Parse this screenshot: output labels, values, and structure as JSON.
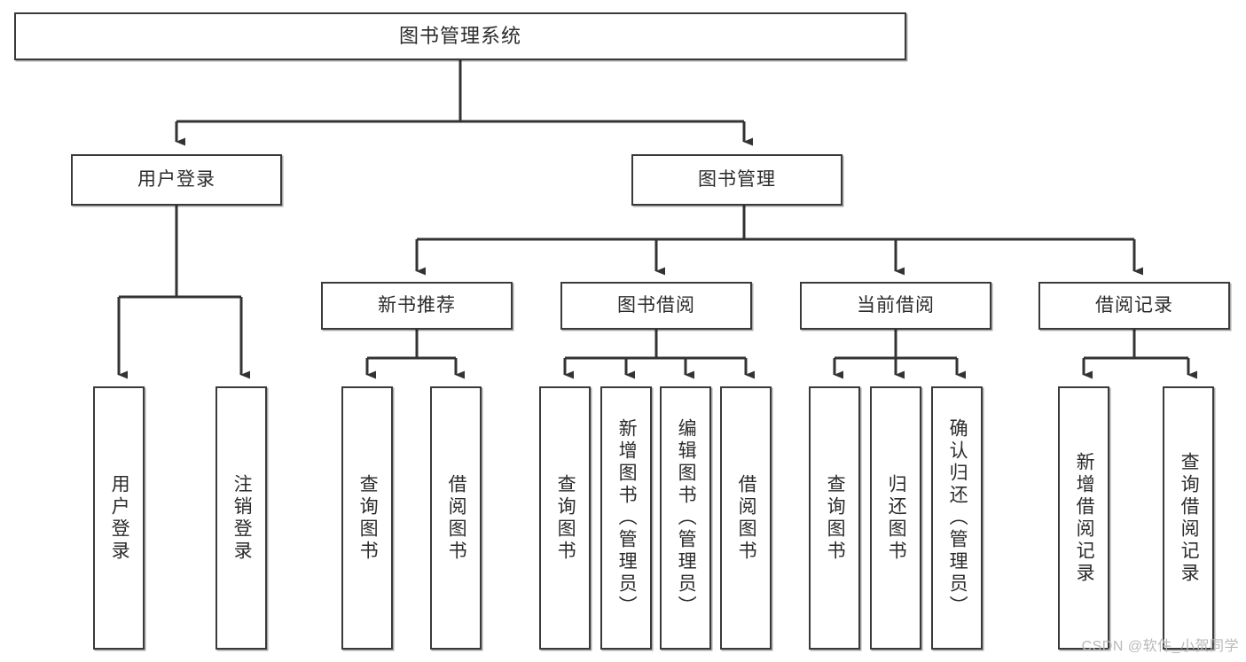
{
  "diagram": {
    "title": "图书管理系统",
    "type": "tree-hierarchy",
    "root": {
      "id": "root",
      "label": "图书管理系统"
    },
    "level2": [
      {
        "id": "user-login",
        "label": "用户登录"
      },
      {
        "id": "book-manage",
        "label": "图书管理"
      }
    ],
    "level3": [
      {
        "id": "new-book-recommend",
        "label": "新书推荐",
        "parent": "book-manage"
      },
      {
        "id": "book-borrow",
        "label": "图书借阅",
        "parent": "book-manage"
      },
      {
        "id": "current-borrow",
        "label": "当前借阅",
        "parent": "book-manage"
      },
      {
        "id": "borrow-record",
        "label": "借阅记录",
        "parent": "book-manage"
      }
    ],
    "leaves": [
      {
        "id": "leaf-user-login",
        "label": "用户登录",
        "parent": "user-login"
      },
      {
        "id": "leaf-user-logout",
        "label": "注销登录",
        "parent": "user-login"
      },
      {
        "id": "leaf-query-book-1",
        "label": "查询图书",
        "parent": "new-book-recommend"
      },
      {
        "id": "leaf-borrow-book-1",
        "label": "借阅图书",
        "parent": "new-book-recommend"
      },
      {
        "id": "leaf-query-book-2",
        "label": "查询图书",
        "parent": "book-borrow"
      },
      {
        "id": "leaf-add-book",
        "label": "新增图书（管理员）",
        "parent": "book-borrow"
      },
      {
        "id": "leaf-edit-book",
        "label": "编辑图书（管理员）",
        "parent": "book-borrow"
      },
      {
        "id": "leaf-borrow-book-2",
        "label": "借阅图书",
        "parent": "book-borrow"
      },
      {
        "id": "leaf-query-book-3",
        "label": "查询图书",
        "parent": "current-borrow"
      },
      {
        "id": "leaf-return-book",
        "label": "归还图书",
        "parent": "current-borrow"
      },
      {
        "id": "leaf-confirm-return",
        "label": "确认归还（管理员）",
        "parent": "current-borrow"
      },
      {
        "id": "leaf-add-record",
        "label": "新增借阅记录",
        "parent": "borrow-record"
      },
      {
        "id": "leaf-query-record",
        "label": "查询借阅记录",
        "parent": "borrow-record"
      }
    ],
    "watermark": "CSDN @软件_小贺同学",
    "colors": {
      "border": "#3a3a3a",
      "text": "#2b2b2b",
      "background": "#ffffff",
      "connector": "#333333",
      "watermark": "#b9b9b9"
    }
  }
}
